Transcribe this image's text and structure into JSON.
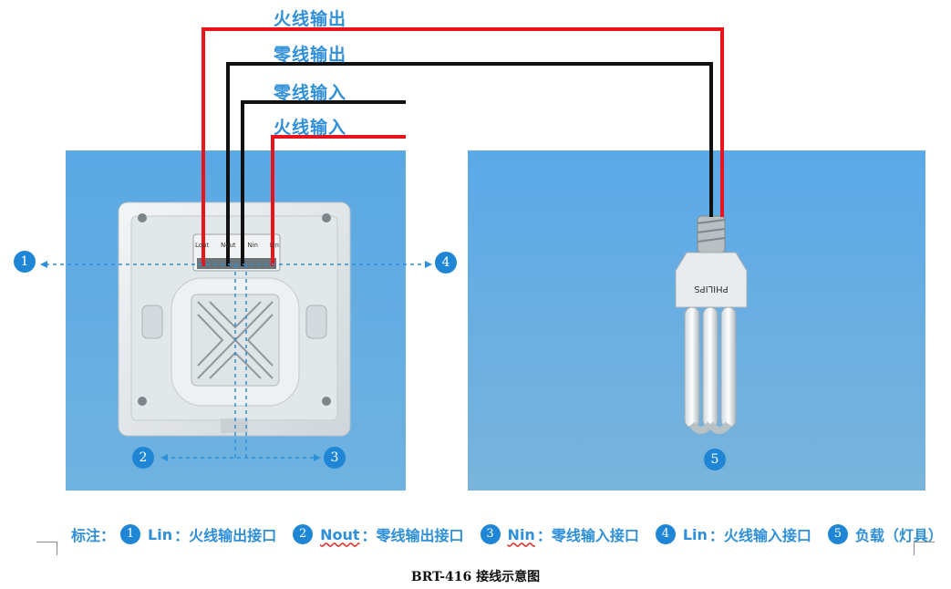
{
  "wire_labels": {
    "live_out": "火线输出",
    "neutral_out": "零线输出",
    "neutral_in": "零线输入",
    "live_in": "火线输入"
  },
  "markers": [
    "1",
    "2",
    "3",
    "4",
    "5"
  ],
  "legend": {
    "prefix": "标注：",
    "items": [
      {
        "num": "1",
        "code": "Lin",
        "desc": "：火线输出接口"
      },
      {
        "num": "2",
        "code": "Nout",
        "desc": "：零线输出接口"
      },
      {
        "num": "3",
        "code": "Nin",
        "desc": "：零线输入接口"
      },
      {
        "num": "4",
        "code": "Lin",
        "desc": "：火线输入接口"
      },
      {
        "num": "5",
        "code": "负载（灯具）",
        "desc": ""
      }
    ]
  },
  "caption": "BRT-416 接线示意图",
  "bulb_brand": "PHILIPS",
  "terminal_labels": [
    "Lout",
    "Nout",
    "Nin",
    "Lin"
  ],
  "colors": {
    "live_wire": "#e8141b",
    "neutral_wire": "#111111",
    "accent": "#2f8fd8",
    "badge": "#1f86d6",
    "panel_bg": "#5ba9e3"
  }
}
